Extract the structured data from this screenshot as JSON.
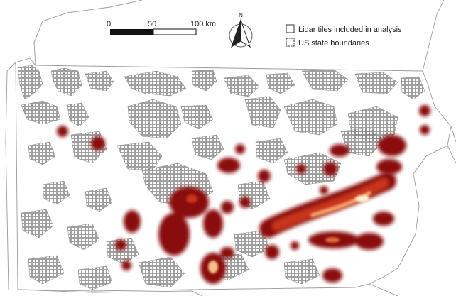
{
  "scalebar": {
    "labels": [
      "0",
      "50",
      "100 km"
    ]
  },
  "north_arrow": {
    "icon": "north-arrow-icon",
    "label": "N"
  },
  "legend": {
    "items": [
      {
        "label": "Lidar tiles included in analysis",
        "icon": "square-solid-outline-icon"
      },
      {
        "label": "US state boundaries",
        "icon": "square-dashed-outline-icon"
      }
    ]
  },
  "colors": {
    "tile_stroke": "#777777",
    "boundary": "#9a9a9a",
    "heat_dark": "#8a0d0d",
    "heat_mid": "#c8351c",
    "heat_hot": "#fff2cc"
  }
}
